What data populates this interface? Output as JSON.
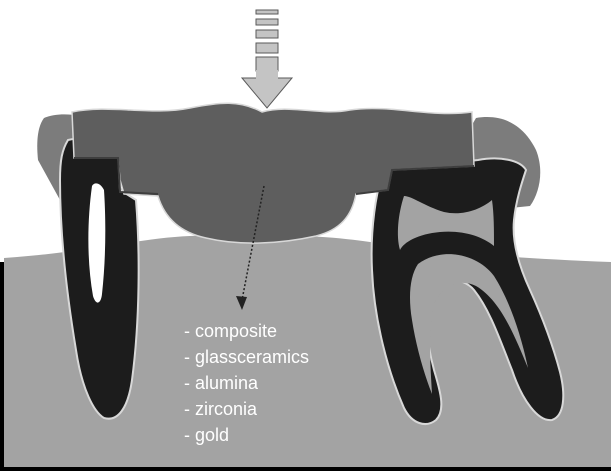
{
  "diagram": {
    "materials": [
      "- composite",
      "- glassceramics",
      "- alumina",
      "- zirconia",
      "- gold"
    ],
    "colors": {
      "background": "#ffffff",
      "gum_tissue": "#a3a3a3",
      "enamel_crown": "#7c7c7c",
      "bridge_core": "#5e5e5e",
      "tooth_root": "#1c1c1c",
      "pulp_canal": "#ffffff",
      "arrow_fill": "#c4c4c4",
      "outline": "#d8d8d8",
      "border": "#000000",
      "text": "#ffffff"
    },
    "icons": {
      "load_arrow": "down-arrow-icon",
      "material_pointer": "dotted-arrow-icon"
    }
  }
}
